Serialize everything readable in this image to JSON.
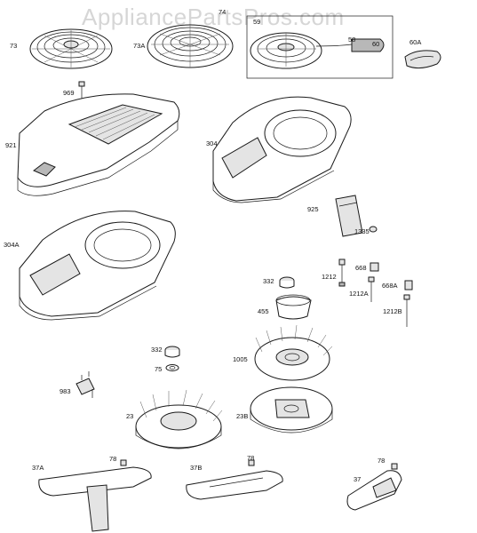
{
  "watermark": "AppliancePartsPros.com",
  "parts": [
    {
      "id": "73",
      "label": "73"
    },
    {
      "id": "74",
      "label": "74"
    },
    {
      "id": "73a",
      "label": "73A"
    },
    {
      "id": "59",
      "label": "59"
    },
    {
      "id": "58",
      "label": "58"
    },
    {
      "id": "60",
      "label": "60"
    },
    {
      "id": "60a",
      "label": "60A"
    },
    {
      "id": "969",
      "label": "969"
    },
    {
      "id": "921",
      "label": "921"
    },
    {
      "id": "304",
      "label": "304"
    },
    {
      "id": "925",
      "label": "925"
    },
    {
      "id": "304a",
      "label": "304A"
    },
    {
      "id": "1335",
      "label": "1335"
    },
    {
      "id": "668",
      "label": "668"
    },
    {
      "id": "332-top",
      "label": "332"
    },
    {
      "id": "1212",
      "label": "1212"
    },
    {
      "id": "668a",
      "label": "668A"
    },
    {
      "id": "1212a",
      "label": "1212A"
    },
    {
      "id": "455",
      "label": "455"
    },
    {
      "id": "1212b",
      "label": "1212B"
    },
    {
      "id": "332-mid",
      "label": "332"
    },
    {
      "id": "1005",
      "label": "1005"
    },
    {
      "id": "75",
      "label": "75"
    },
    {
      "id": "983",
      "label": "983"
    },
    {
      "id": "23",
      "label": "23"
    },
    {
      "id": "23b",
      "label": "23B"
    },
    {
      "id": "78-a",
      "label": "78"
    },
    {
      "id": "37a",
      "label": "37A"
    },
    {
      "id": "78-b",
      "label": "78"
    },
    {
      "id": "37b",
      "label": "37B"
    },
    {
      "id": "78-c",
      "label": "78"
    },
    {
      "id": "37",
      "label": "37"
    }
  ]
}
